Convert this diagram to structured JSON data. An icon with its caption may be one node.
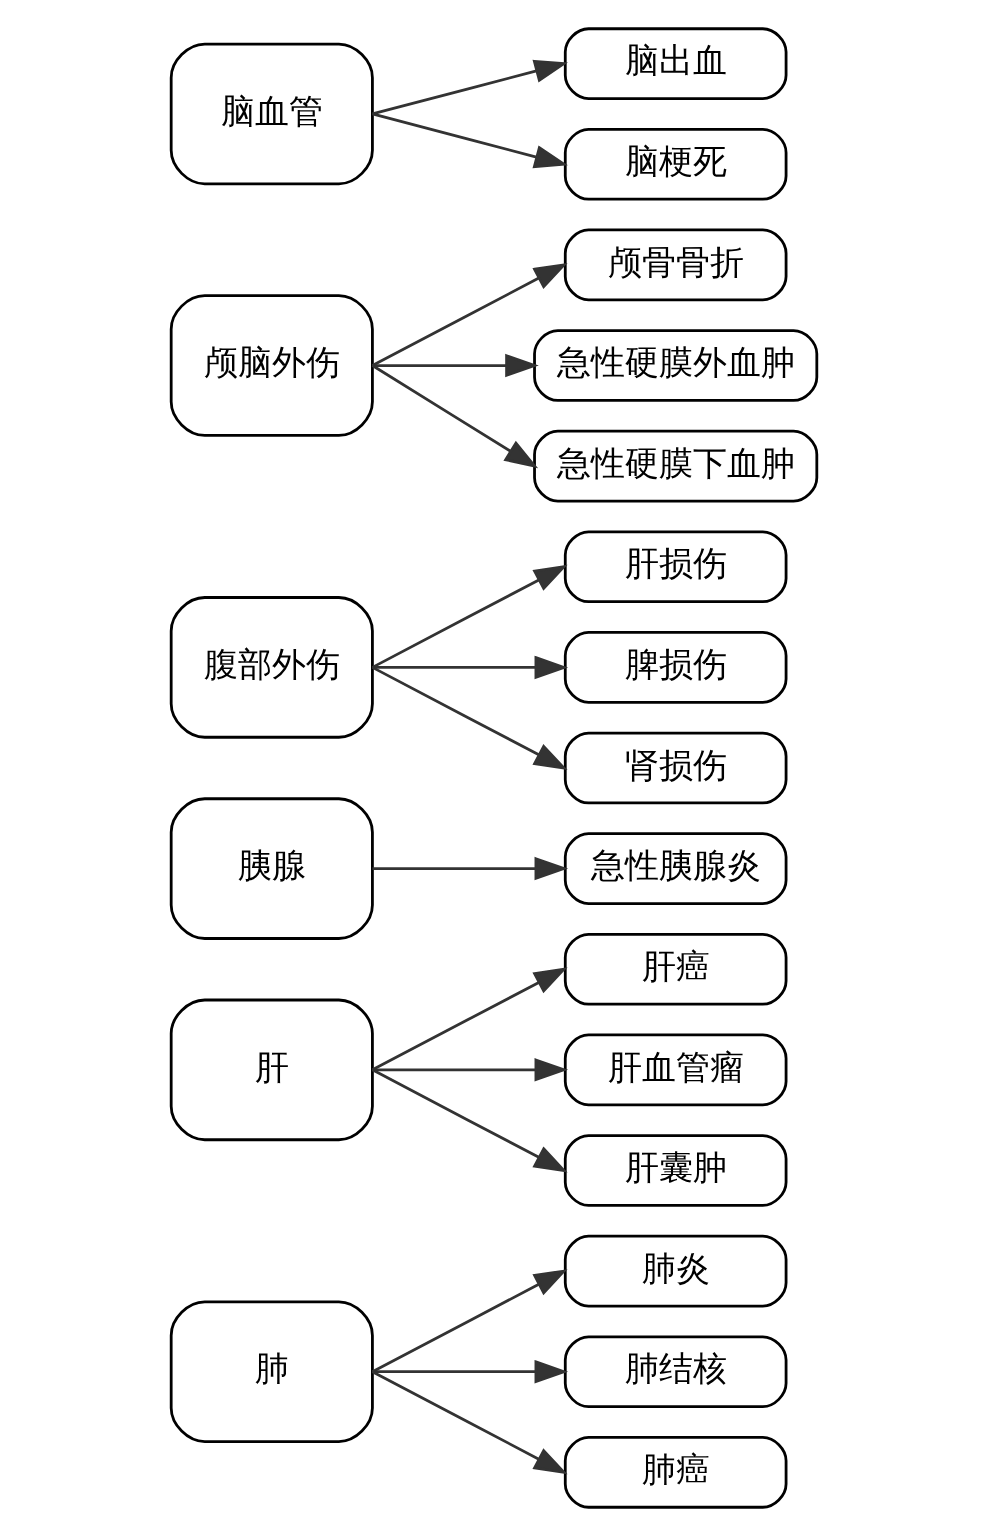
{
  "diagram": {
    "nodes": [
      {
        "text": [
          "肺"
        ]
      },
      {
        "text": [
          "肺炎"
        ]
      },
      {
        "text": [
          "肺结核"
        ]
      },
      {
        "text": [
          "肺癌"
        ]
      },
      {
        "text": [
          "肝"
        ]
      },
      {
        "text": [
          "肝癌"
        ]
      },
      {
        "text": [
          "肝血管瘤"
        ]
      },
      {
        "text": [
          "肝囊肿"
        ]
      },
      {
        "text": [
          "胰腺"
        ]
      },
      {
        "text": [
          "急性胰腺炎"
        ]
      },
      {
        "text": [
          "腹部外伤"
        ]
      },
      {
        "text": [
          "肝损伤"
        ]
      },
      {
        "text": [
          "脾损伤"
        ]
      },
      {
        "text": [
          "肾损伤"
        ]
      },
      {
        "text": [
          "颅脑外伤"
        ]
      },
      {
        "text": [
          "颅骨骨折"
        ]
      },
      {
        "text": [
          "急性硬膜外血肿"
        ]
      },
      {
        "text": [
          "急性硬膜下血肿"
        ]
      },
      {
        "text": [
          "脑血管"
        ]
      },
      {
        "text": [
          "脑出血"
        ]
      },
      {
        "text": [
          "脑梗死"
        ]
      }
    ],
    "edges": [
      {
        "from": 0,
        "to": 1,
        "arrow": "to"
      },
      {
        "from": 0,
        "to": 2,
        "arrow": "to"
      },
      {
        "from": 0,
        "to": 3,
        "arrow": "to"
      },
      {
        "from": 4,
        "to": 5,
        "arrow": "to"
      },
      {
        "from": 4,
        "to": 6,
        "arrow": "to"
      },
      {
        "from": 4,
        "to": 7,
        "arrow": "to"
      },
      {
        "from": 8,
        "to": 9,
        "arrow": "to"
      },
      {
        "from": 10,
        "to": 11,
        "arrow": "to"
      },
      {
        "from": 10,
        "to": 12,
        "arrow": "to"
      },
      {
        "from": 10,
        "to": 13,
        "arrow": "to"
      },
      {
        "from": 14,
        "to": 15,
        "arrow": "to"
      },
      {
        "from": 14,
        "to": 16,
        "arrow": "to"
      },
      {
        "from": 14,
        "to": 17,
        "arrow": "to"
      },
      {
        "from": 18,
        "to": 19,
        "arrow": "to"
      },
      {
        "from": 18,
        "to": 20,
        "arrow": "to"
      }
    ]
  }
}
